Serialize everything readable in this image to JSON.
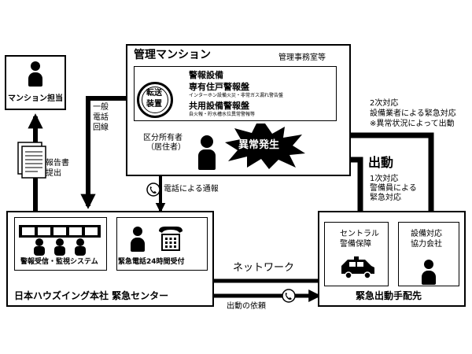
{
  "mansion_tanto": {
    "label": "マンション担当"
  },
  "report": {
    "label_line1": "報告書",
    "label_line2": "提出"
  },
  "kanri_mansion": {
    "title": "管理マンション",
    "office": "管理事務室等",
    "tenso": {
      "line1": "転送",
      "line2": "装置"
    },
    "keihou": {
      "heading": "警報設備",
      "senyu": "専有住戸警報盤",
      "senyu_detail": "インターホン設備火災・非常ガス漏れ警告盤",
      "kyoyo": "共用設備警報盤",
      "kyoyo_detail": "自火報・貯水槽水位異常警報等"
    },
    "owner": {
      "line1": "区分所有者",
      "line2": "（居住者）"
    },
    "ijou": "異常発生"
  },
  "ippan_denwa": {
    "line1": "一般",
    "line2": "電話",
    "line3": "回線"
  },
  "denwa_tsuhou": "電話による通報",
  "center": {
    "label": "日本ハウズイング本社 緊急センター",
    "monitor_label": "警報受信・監視システム",
    "phone_label": "緊急電話24時間受付"
  },
  "network": "ネットワーク",
  "irai": "出動の依頼",
  "tehai": {
    "label": "緊急出動手配先",
    "central": {
      "line1": "セントラル",
      "line2": "警備保障"
    },
    "partner": {
      "line1": "設備対応",
      "line2": "協力会社"
    }
  },
  "shutsudo": "出動",
  "first": {
    "line1": "1次対応",
    "line2": "警備員による",
    "line3": "緊急対応"
  },
  "second": {
    "line1": "2次対応",
    "line2": "設備業者による緊急対応",
    "line3": "※異常状況によって出動"
  }
}
